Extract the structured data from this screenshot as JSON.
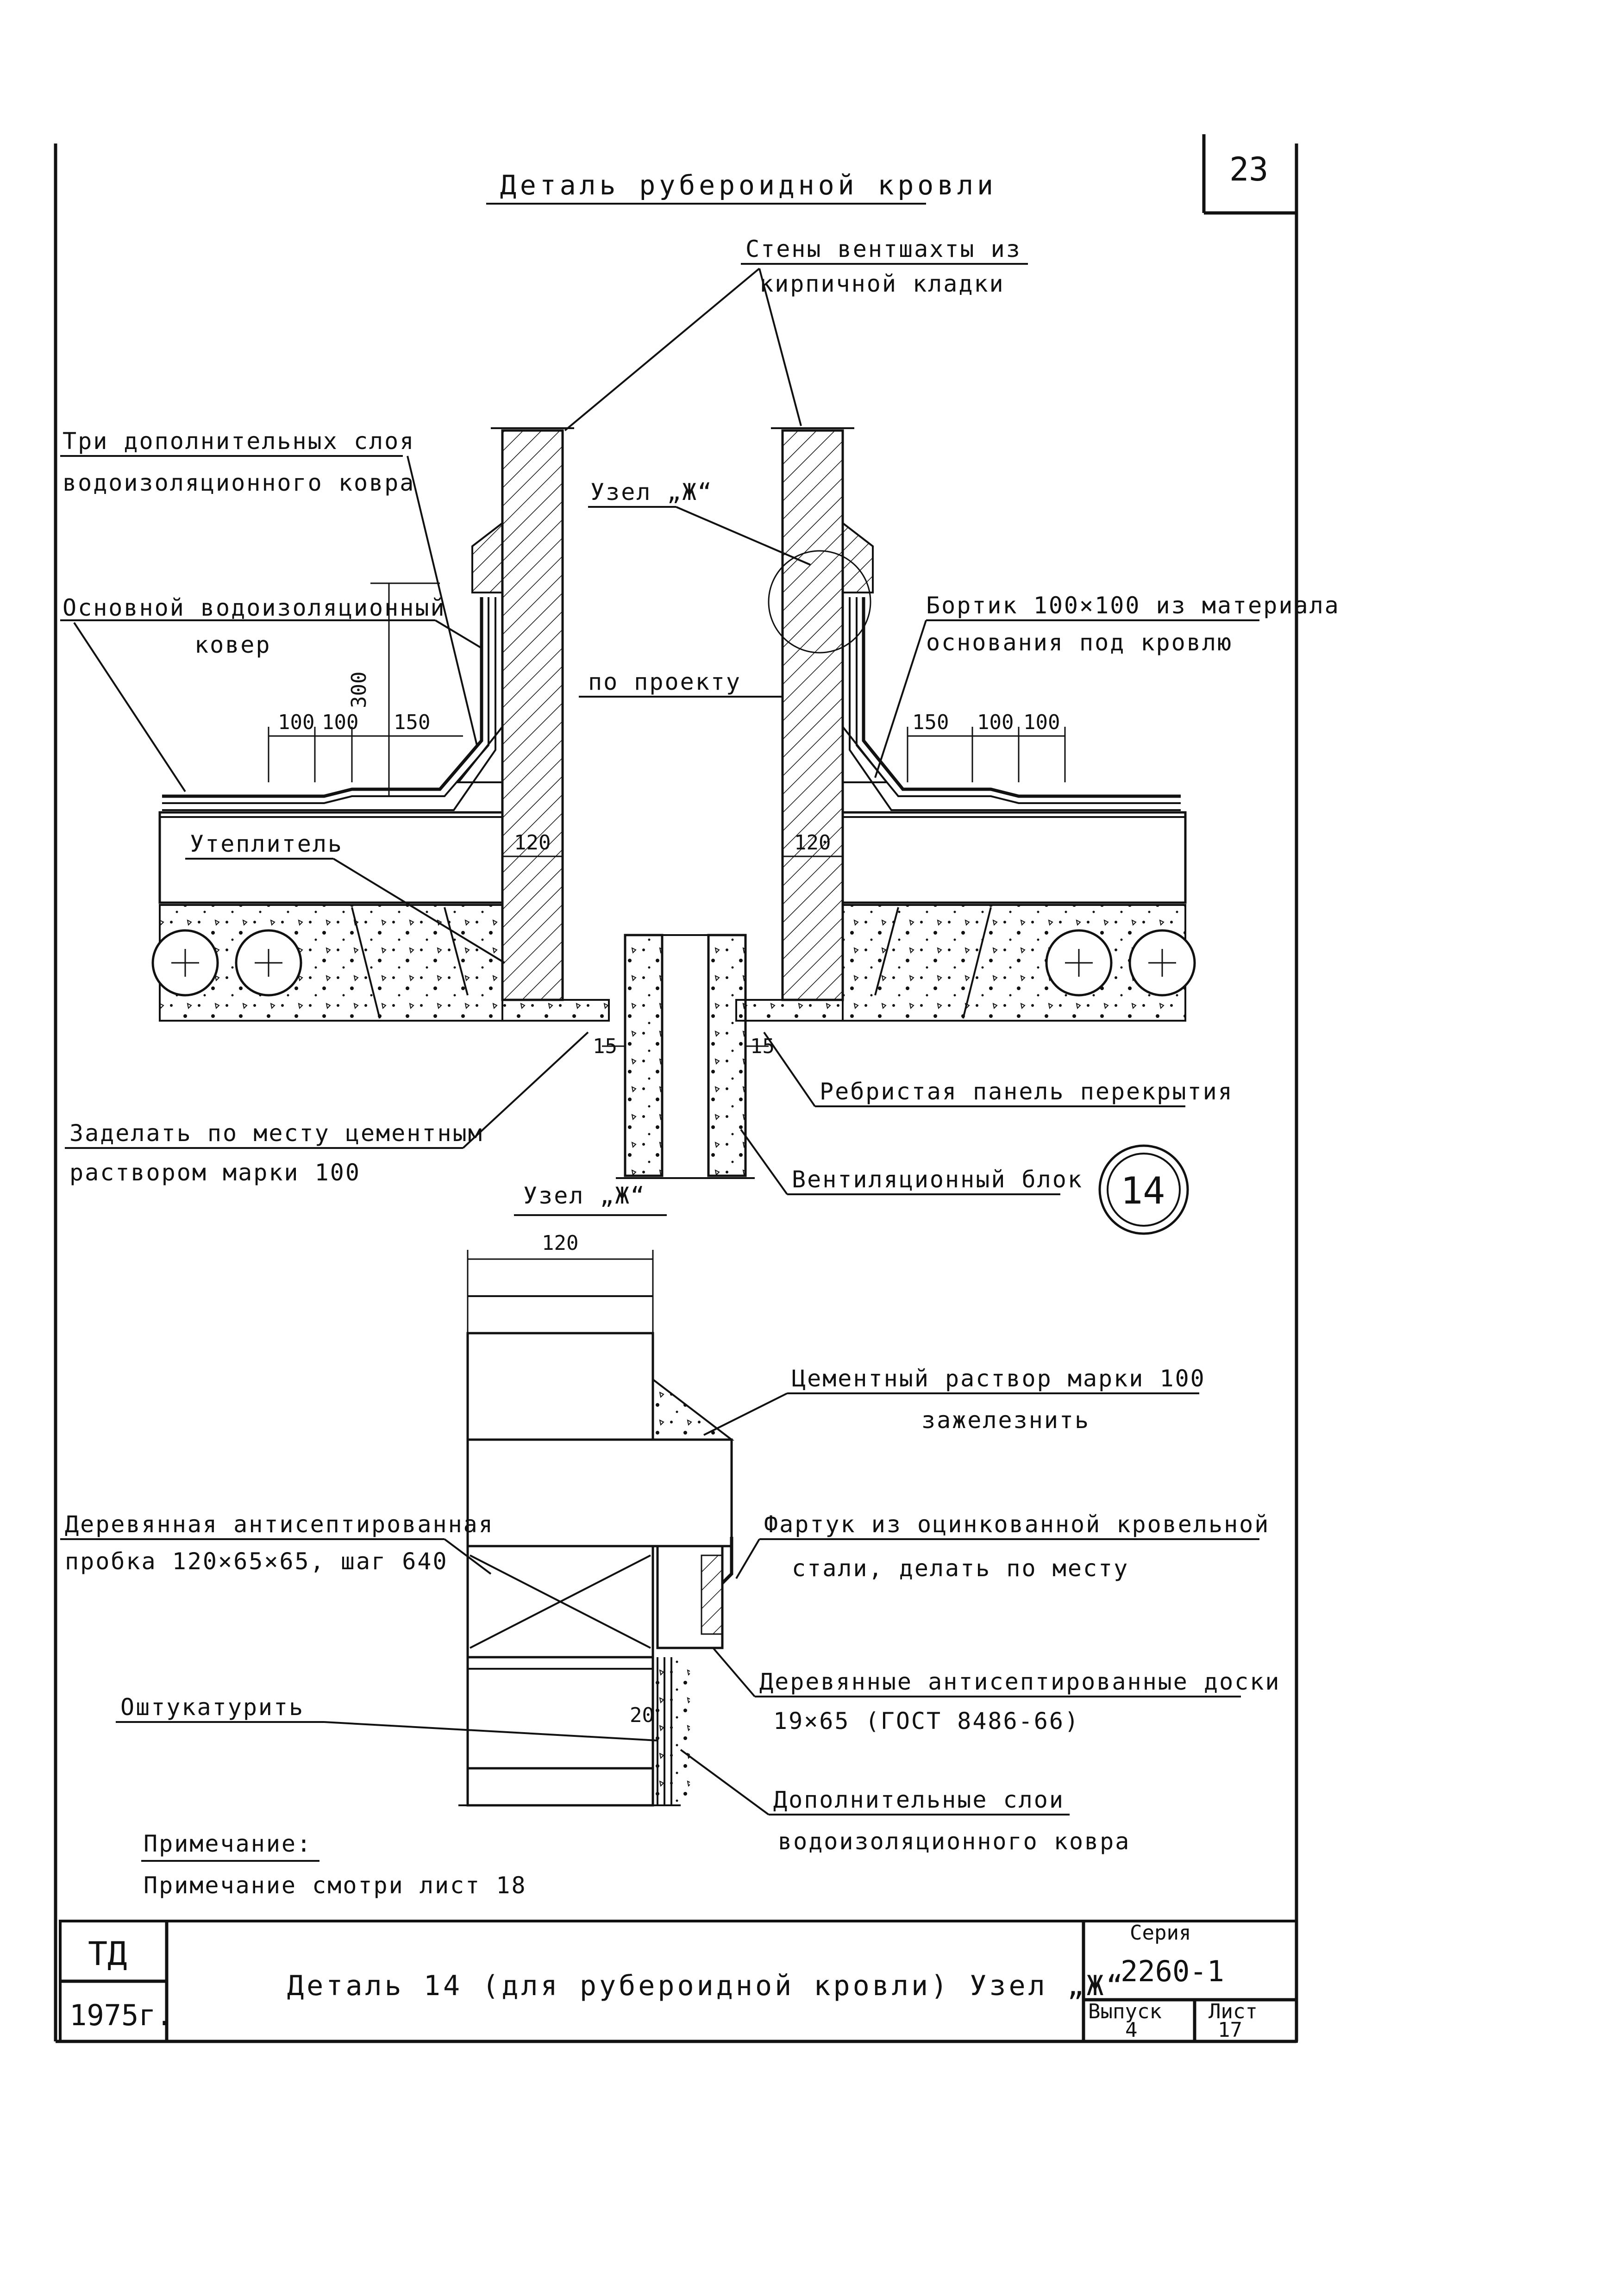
{
  "page_number": "23",
  "title": "Деталь рубероидной кровли",
  "labels": {
    "shaft_walls_1": "Стены вентшахты из",
    "shaft_walls_2": "кирпичной кладки",
    "extra_layers_1": "Три дополнительных слоя",
    "extra_layers_2": "водоизоляционного ковра",
    "main_carpet_1": "Основной водоизоляционный",
    "main_carpet_2": "ковер",
    "node_ref": "Узел „Ж“",
    "curb_1": "Бортик 100×100 из материала",
    "curb_2": "основания под кровлю",
    "per_project": "по проекту",
    "insulation": "Утеплитель",
    "ribbed_panel": "Ребристая панель перекрытия",
    "seal_1": "Заделать по месту цементным",
    "seal_2": "раствором марки 100",
    "vent_block": "Вентиляционный блок",
    "detail_no": "14",
    "node_title": "Узел „Ж“",
    "cement_1": "Цементный раствор марки 100",
    "cement_2": "зажелезнить",
    "plug_1": "Деревянная антисептированная",
    "plug_2": "пробка 120×65×65, шаг 640",
    "apron_1": "Фартук из оцинкованной кровельной",
    "apron_2": "стали, делать по месту",
    "boards_1": "Деревянные антисептированные доски",
    "boards_2": "19×65    (ГОСТ 8486-66)",
    "plaster": "Оштукатурить",
    "add_layers_1": "Дополнительные слои",
    "add_layers_2": "водоизоляционного ковра",
    "note_title": "Примечание:",
    "note_text": "Примечание смотри лист 18"
  },
  "dimensions": {
    "d300": "300",
    "d100a": "100",
    "d100b": "100",
    "d150a": "150",
    "d120a": "120",
    "d120b": "120",
    "d150b": "150",
    "d100c": "100",
    "d100d": "100",
    "d15a": "15",
    "d15b": "15",
    "d120c": "120",
    "d20": "20"
  },
  "title_block": {
    "org": "ТД",
    "year": "1975г.",
    "name": "Деталь 14 (для рубероидной кровли) Узел „Ж“",
    "series_label": "Серия",
    "series_value": "2260-1",
    "issue_label": "Выпуск",
    "issue_value": "4",
    "sheet_label": "Лист",
    "sheet_value": "17"
  }
}
